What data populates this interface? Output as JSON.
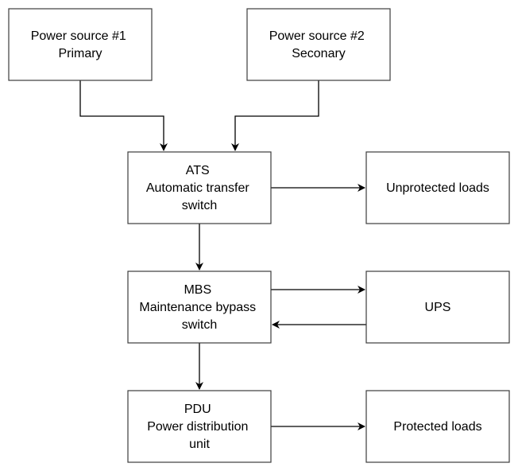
{
  "nodes": {
    "ps1": {
      "lines": [
        "Power source #1",
        "Primary"
      ]
    },
    "ps2": {
      "lines": [
        "Power source #2",
        "Seconary"
      ]
    },
    "ats": {
      "lines": [
        "ATS",
        "Automatic transfer",
        "switch"
      ]
    },
    "unprotected": {
      "lines": [
        "Unprotected loads"
      ]
    },
    "mbs": {
      "lines": [
        "MBS",
        "Maintenance bypass",
        "switch"
      ]
    },
    "ups": {
      "lines": [
        "UPS"
      ]
    },
    "pdu": {
      "lines": [
        "PDU",
        "Power distribution",
        "unit"
      ]
    },
    "protected": {
      "lines": [
        "Protected loads"
      ]
    }
  },
  "edges": [
    {
      "from": "ps1",
      "to": "ats"
    },
    {
      "from": "ps2",
      "to": "ats"
    },
    {
      "from": "ats",
      "to": "unprotected"
    },
    {
      "from": "ats",
      "to": "mbs"
    },
    {
      "from": "mbs",
      "to": "ups"
    },
    {
      "from": "ups",
      "to": "mbs"
    },
    {
      "from": "mbs",
      "to": "pdu"
    },
    {
      "from": "pdu",
      "to": "protected"
    }
  ]
}
